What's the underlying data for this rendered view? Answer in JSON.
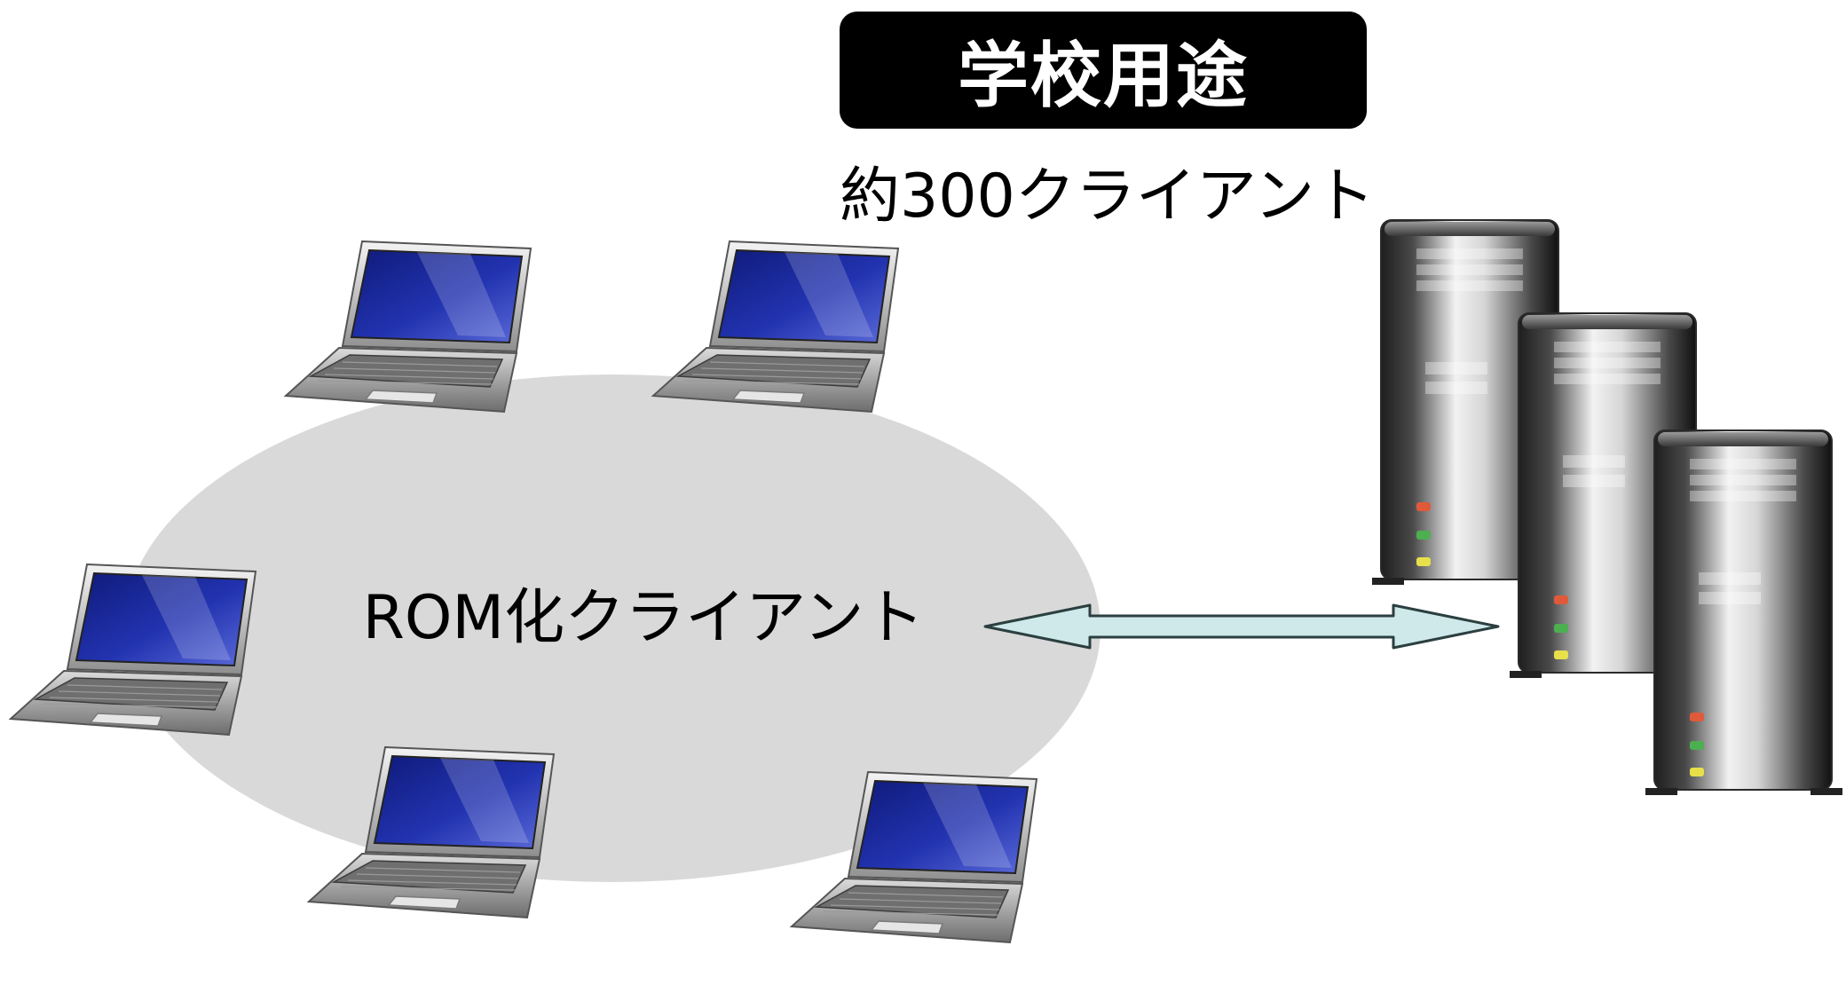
{
  "title": "学校用途",
  "subtitle": "約300クライアント",
  "cluster_label": "ROM化クライアント",
  "colors": {
    "title_bg": "#000000",
    "title_text": "#ffffff",
    "cluster_fill": "#d9d9d9",
    "arrow_fill": "#cfe9ea",
    "arrow_stroke": "#2b3f40",
    "screen": "#1c2a9a"
  },
  "icons": {
    "clients": "laptop-icon",
    "servers": "tower-server-icon",
    "link": "double-headed-arrow"
  }
}
